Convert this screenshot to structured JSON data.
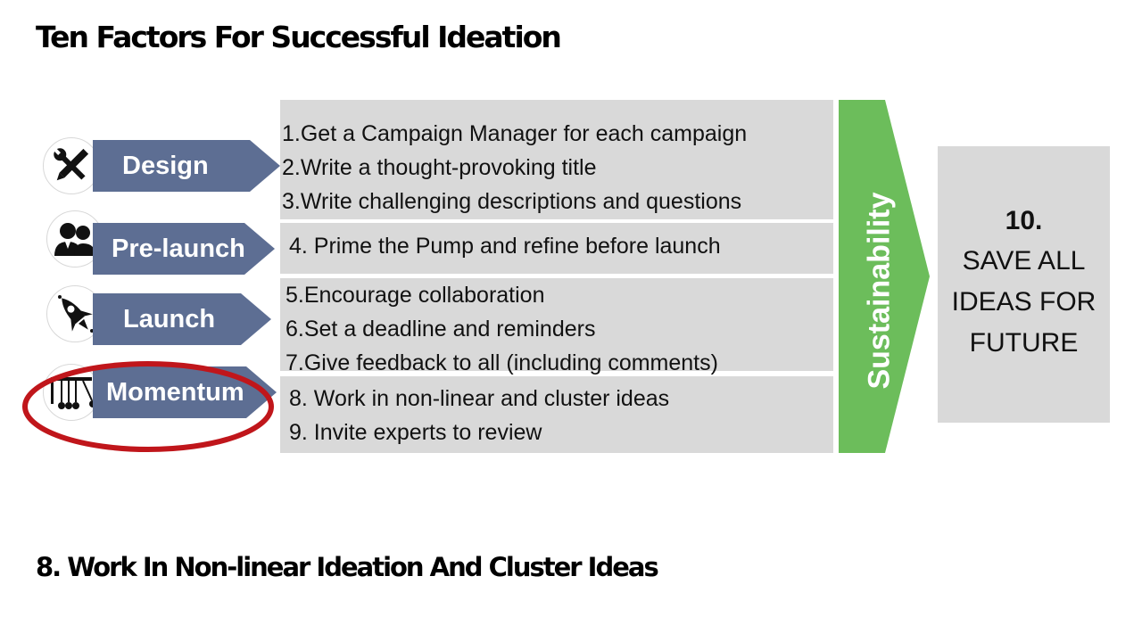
{
  "title": "Ten Factors For Successful Ideation",
  "stages": [
    {
      "label": "Design",
      "icon": "pencil-wrench-icon",
      "factors": [
        "1.Get a Campaign Manager for each campaign",
        "2.Write a thought-provoking title",
        "3.Write challenging descriptions and questions"
      ]
    },
    {
      "label": "Pre-launch",
      "icon": "people-icon",
      "factors": [
        "4. Prime the Pump and refine before launch"
      ]
    },
    {
      "label": "Launch",
      "icon": "rocket-icon",
      "factors": [
        "5.Encourage collaboration",
        "6.Set a deadline and reminders",
        "7.Give feedback to all (including comments)"
      ]
    },
    {
      "label": "Momentum",
      "icon": "newtons-cradle-icon",
      "factors": [
        "8. Work in non-linear and cluster ideas",
        "9. Invite experts to review"
      ]
    }
  ],
  "sustainability_label": "Sustainability",
  "final_factor": {
    "number": "10.",
    "text": "SAVE ALL IDEAS FOR FUTURE"
  },
  "highlighted_stage": "Momentum",
  "current_topic": "8. Work In Non-linear Ideation And Cluster Ideas",
  "colors": {
    "stage_arrow": "#5d6e93",
    "factor_box": "#d9d9d9",
    "sustainability": "#6cbd5b",
    "highlight": "#c0161b"
  }
}
